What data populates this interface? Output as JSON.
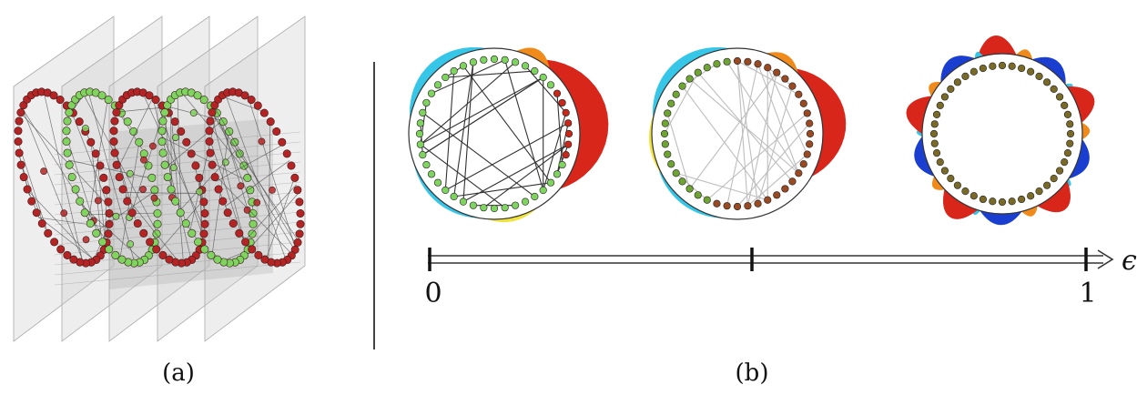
{
  "panels": {
    "a": {
      "label": "(a)"
    },
    "b": {
      "label": "(b)"
    }
  },
  "axis": {
    "symbol": "ϵ",
    "tick_labels": [
      "0",
      "1"
    ]
  },
  "colors": {
    "red_node": "#b52424",
    "green_node": "#7fd35f",
    "olive_node": "#7a6a28",
    "plane": "#cfcfcf",
    "edge_dark": "#333333",
    "edge_light": "#bdbdbd",
    "rim_blue": "#1a3fd0",
    "rim_cyan": "#36c6e8",
    "rim_red": "#d8261b",
    "rim_orange": "#f08a1a",
    "rim_yellow": "#f1e33a"
  }
}
